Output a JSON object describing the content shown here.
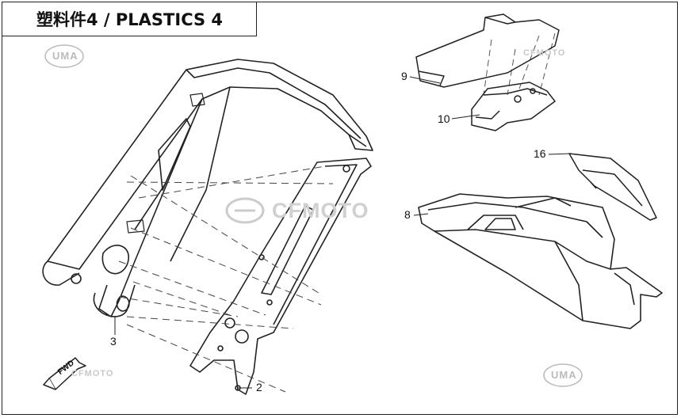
{
  "header": {
    "title": "塑料件4 / PLASTICS 4"
  },
  "callouts": [
    "9",
    "10",
    "16",
    "8",
    "3",
    "2"
  ],
  "watermarks": {
    "brand": "CFMOTO",
    "badge": "UMA"
  },
  "direction_tag": "FWD",
  "colors": {
    "line": "#222222",
    "watermark": "#c8c8c8",
    "background": "#ffffff"
  }
}
